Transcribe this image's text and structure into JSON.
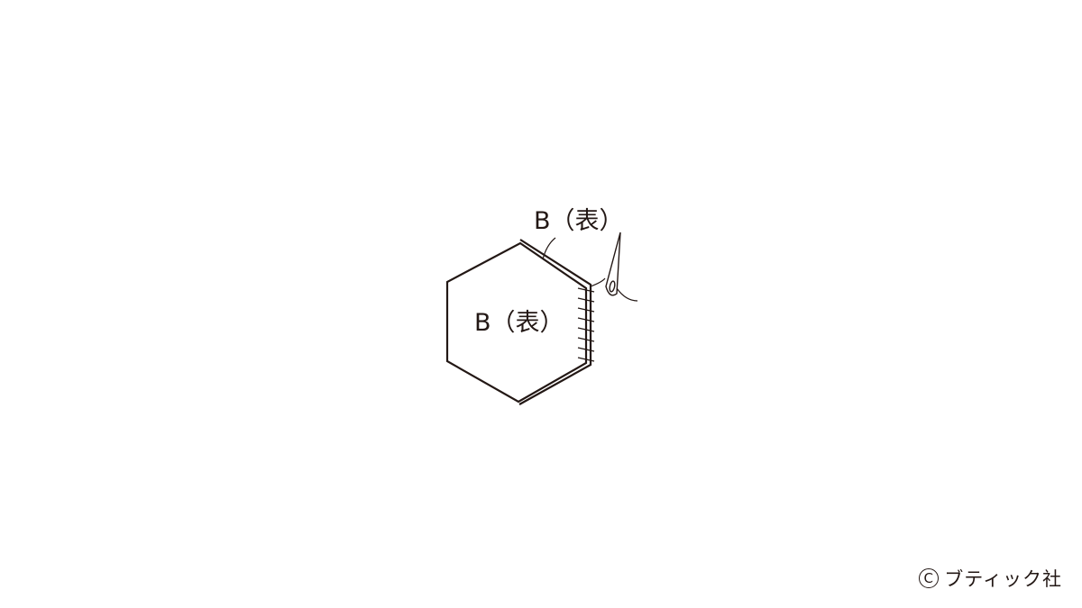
{
  "diagram": {
    "callout_label": "B（表）",
    "center_label": "B（表）"
  },
  "credit": {
    "symbol": "C",
    "text": "ブティック社"
  },
  "colors": {
    "line": "#231815",
    "background": "#ffffff"
  }
}
